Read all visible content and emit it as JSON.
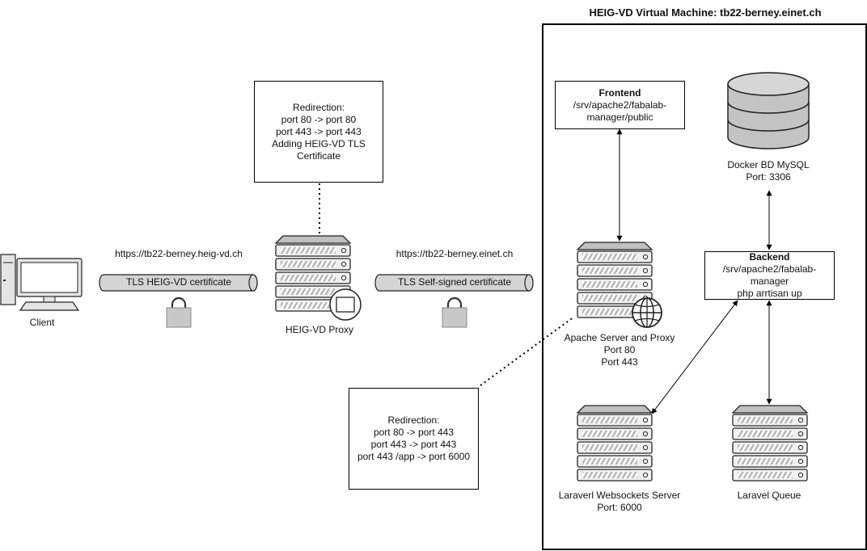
{
  "vm": {
    "title": "HEIG-VD Virtual Machine: tb22-berney.einet.ch"
  },
  "client": {
    "label": "Client"
  },
  "tunnel_heig": {
    "url": "https://tb22-berney.heig-vd.ch",
    "label": "TLS HEIG-VD certificate"
  },
  "tunnel_self": {
    "url": "https://tb22-berney.einet.ch",
    "label": "TLS Self-signed certificate"
  },
  "proxy": {
    "label": "HEIG-VD Proxy"
  },
  "proxy_note": {
    "lines": [
      "Redirection:",
      "port 80 -> port 80",
      "port 443 -> port 443",
      "Adding HEIG-VD TLS",
      "Certificate"
    ]
  },
  "apache_note": {
    "lines": [
      "Redirection:",
      "port 80 -> port 443",
      "port 443 -> port 443",
      "port 443 /app -> port 6000"
    ]
  },
  "frontend": {
    "title": "Frontend",
    "lines": [
      "/srv/apache2/fabalab-",
      "manager/public"
    ]
  },
  "database": {
    "lines": [
      "Docker BD MySQL",
      "Port: 3306"
    ]
  },
  "backend": {
    "title": "Backend",
    "lines": [
      "/srv/apache2/fabalab-",
      "manager",
      "php arrtisan up"
    ]
  },
  "apache": {
    "lines": [
      "Apache Server and Proxy",
      "Port 80",
      "Port 443"
    ]
  },
  "websockets": {
    "lines": [
      "Laraverl Websockets Server",
      "Port: 6000"
    ]
  },
  "queue": {
    "label": "Laravel Queue"
  },
  "colors": {
    "server_body": "#f0f0f0",
    "server_top": "#c0c0c0",
    "lock": "#c8c8c8",
    "stroke": "#000000"
  }
}
